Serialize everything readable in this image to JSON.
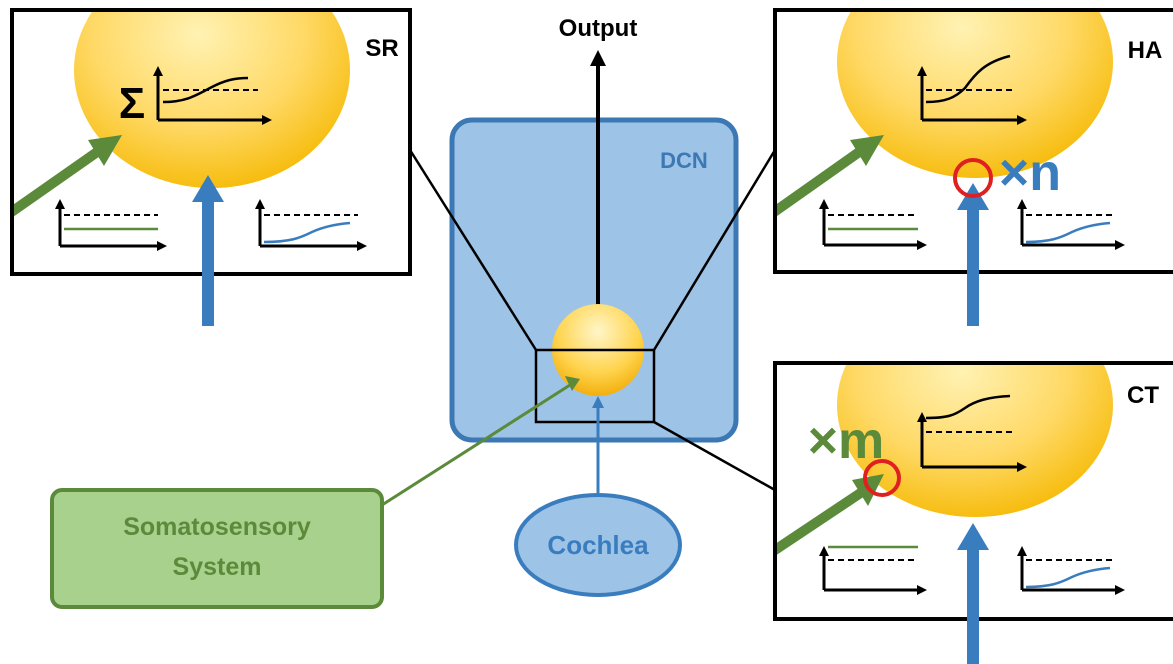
{
  "labels": {
    "output": "Output",
    "dcn": "DCN",
    "cochlea": "Cochlea",
    "somatosensory_line1": "Somatosensory",
    "somatosensory_line2": "System",
    "panel_sr": "SR",
    "panel_ha": "HA",
    "panel_ct": "CT",
    "sigma": "Σ",
    "times_n": "×n",
    "times_m": "×m"
  },
  "colors": {
    "green": "#5b8a3a",
    "blue": "#3a7dbf",
    "dcn_fill": "#9dc3e6",
    "dcn_stroke": "#3c78b4",
    "soma_fill": "#a9d18e",
    "soma_stroke": "#5b8a3a",
    "soma_text": "#5b8a3a",
    "cochlea_fill": "#9dc3e6",
    "neuron_yellow": "#ffd966",
    "highlight_red": "#e02020"
  }
}
